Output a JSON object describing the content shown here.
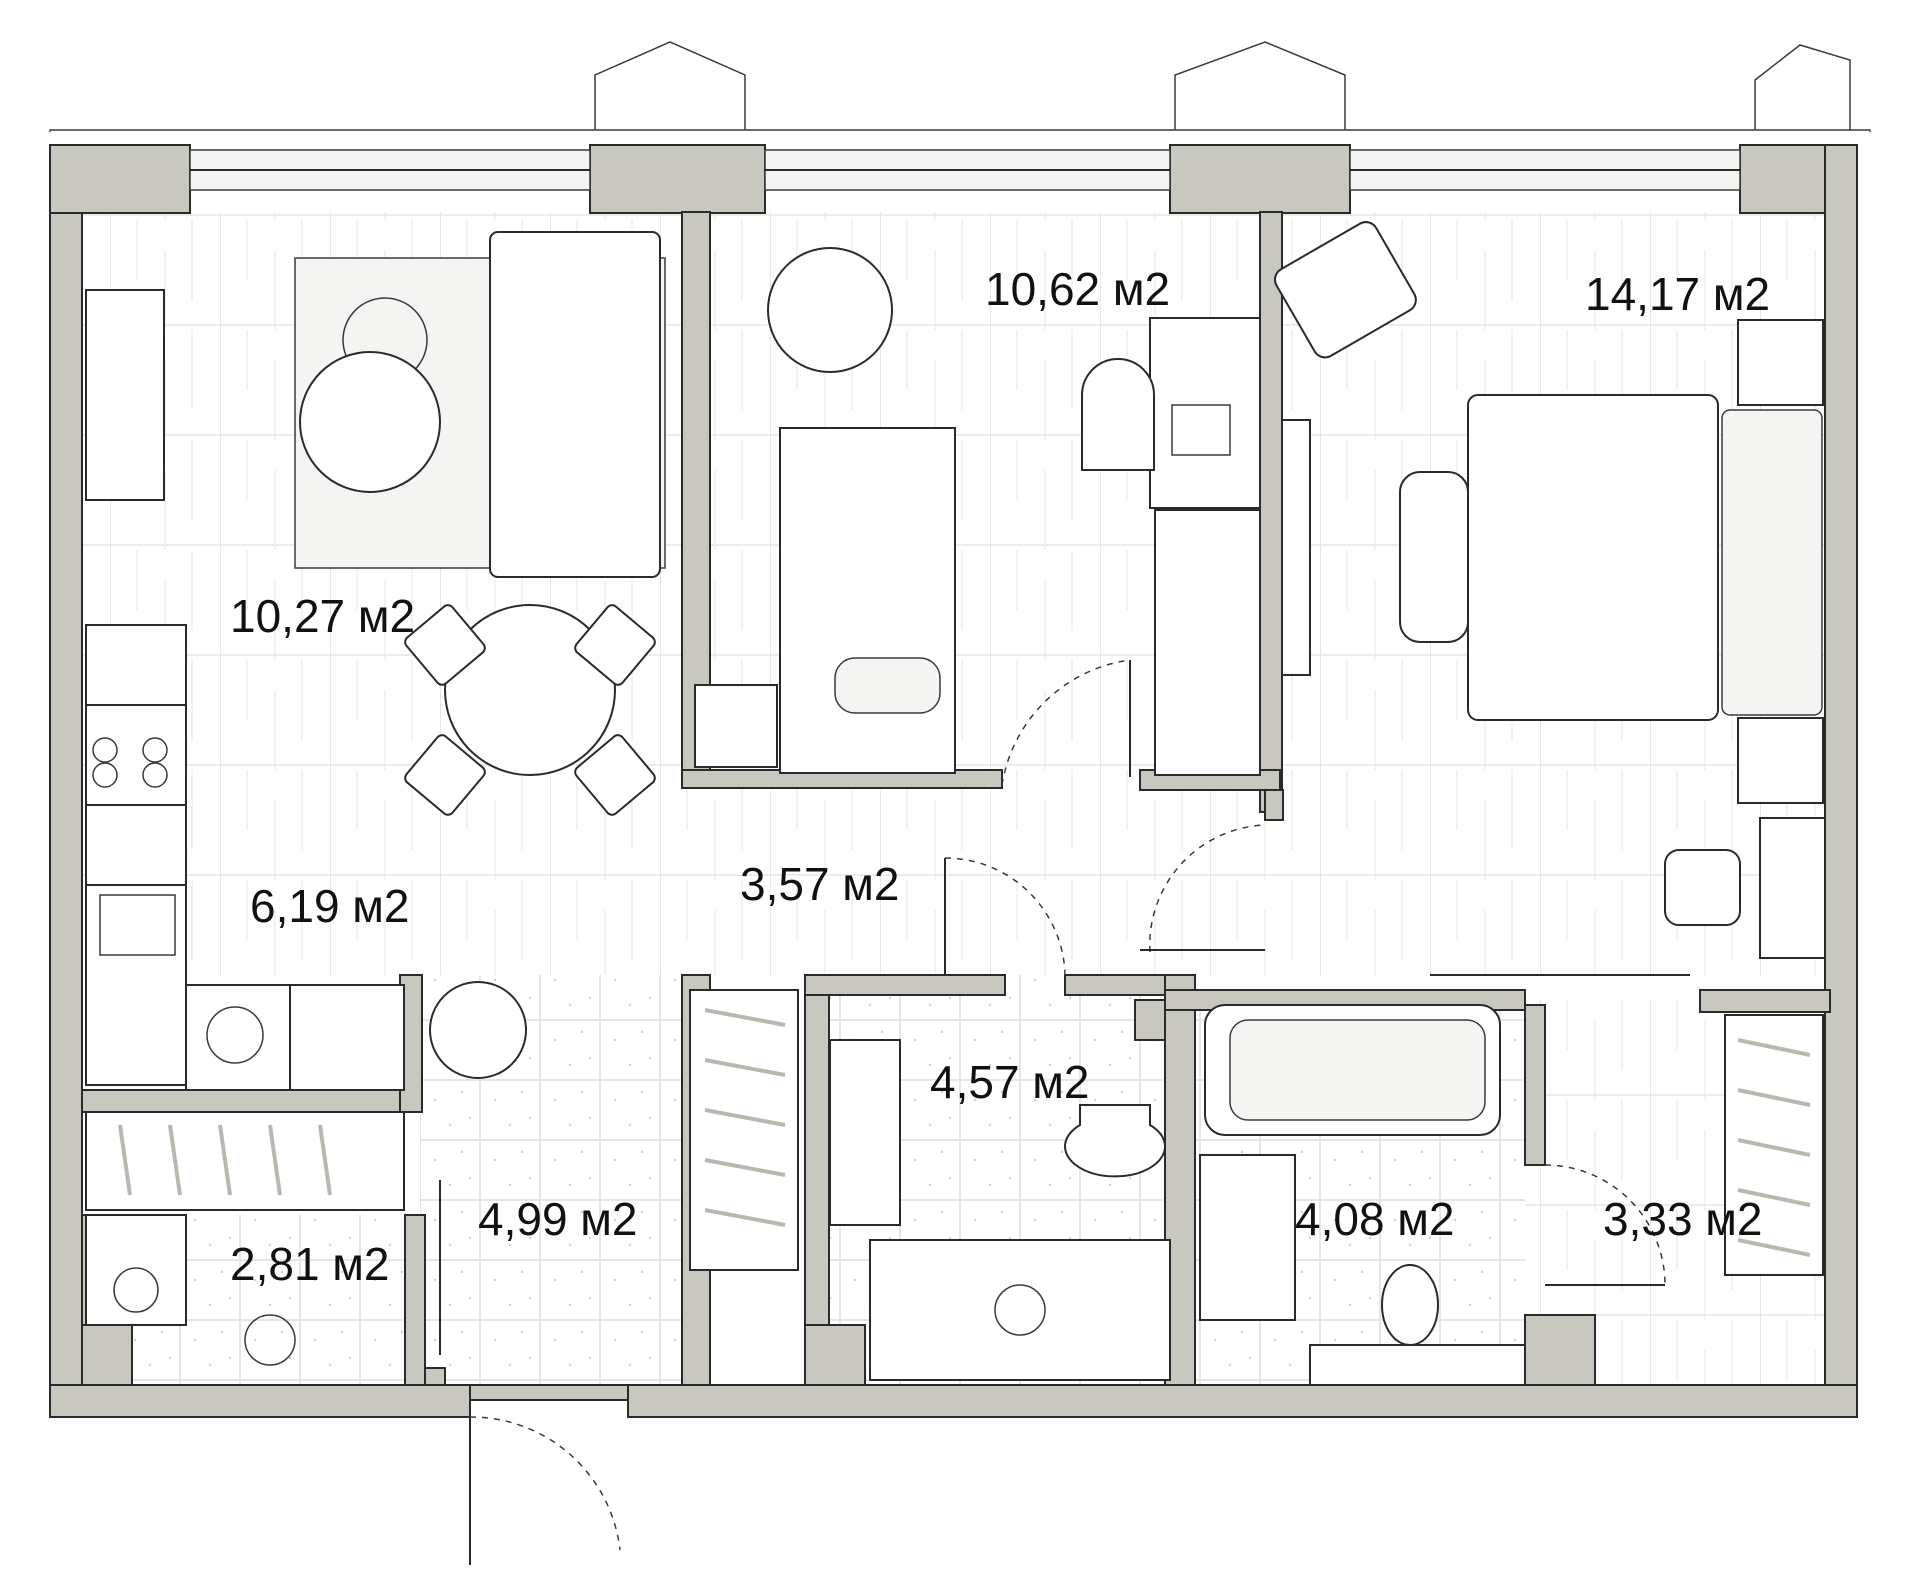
{
  "plan": {
    "rooms": [
      {
        "id": "living-kitchen",
        "area_label": "10,27 м2"
      },
      {
        "id": "bedroom-small",
        "area_label": "10,62 м2"
      },
      {
        "id": "bedroom-master",
        "area_label": "14,17 м2"
      },
      {
        "id": "kitchen",
        "area_label": "6,19 м2"
      },
      {
        "id": "corridor",
        "area_label": "3,57 м2"
      },
      {
        "id": "bathroom",
        "area_label": "4,57 м2"
      },
      {
        "id": "hallway",
        "area_label": "4,99 м2"
      },
      {
        "id": "storage",
        "area_label": "2,81 м2"
      },
      {
        "id": "bathroom-2",
        "area_label": "4,08 м2"
      },
      {
        "id": "wardrobe",
        "area_label": "3,33 м2"
      }
    ],
    "colors": {
      "wall": "#c8c8c0",
      "outline": "#2a2a2a",
      "floor_wood_line": "#e2e2de",
      "floor_tile_line": "#e6e6e2"
    }
  }
}
